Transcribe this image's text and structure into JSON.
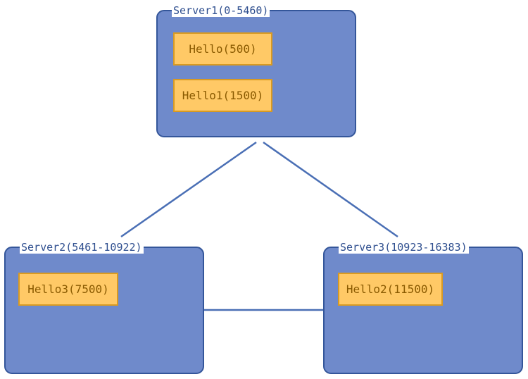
{
  "colors": {
    "server_fill": "#6f8acb",
    "server_border": "#34569a",
    "key_fill": "#ffc966",
    "key_border": "#d89a22",
    "link": "#4a6fb5"
  },
  "servers": [
    {
      "title": "Server1(0-5460)",
      "keys": [
        "Hello(500)",
        "Hello1(1500)"
      ]
    },
    {
      "title": "Server2(5461-10922)",
      "keys": [
        "Hello3(7500)"
      ]
    },
    {
      "title": "Server3(10923-16383)",
      "keys": [
        "Hello2(11500)"
      ]
    }
  ]
}
